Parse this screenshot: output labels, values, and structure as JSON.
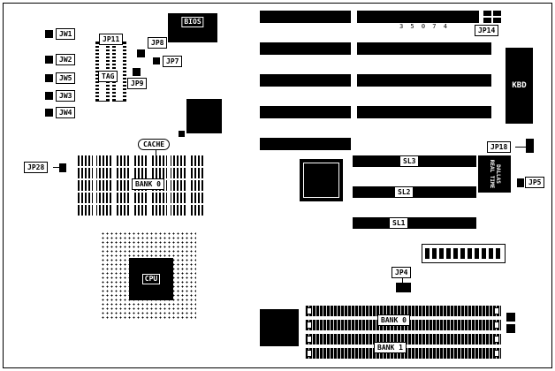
{
  "diagram": {
    "jumpers": {
      "jw1": "JW1",
      "jw2": "JW2",
      "jw5": "JW5",
      "jw3": "JW3",
      "jw4": "JW4",
      "jp11": "JP11",
      "jp8": "JP8",
      "jp7": "JP7",
      "jp9": "JP9",
      "jp14": "JP14",
      "jp18": "JP18",
      "jp5": "JP5",
      "jp28": "JP28",
      "jp4": "JP4"
    },
    "chips": {
      "bios": "BIOS",
      "kbd": "KBD",
      "cpu": "CPU",
      "tag": "TAG",
      "dallas_line1": "DALLAS",
      "dallas_line2": "REAL TIME"
    },
    "slots": {
      "sl1": "SL1",
      "sl2": "SL2",
      "sl3": "SL3"
    },
    "memory": {
      "cache_label": "CACHE",
      "cache_bank": "BANK 0",
      "simm_bank0": "BANK 0",
      "simm_bank1": "BANK 1"
    },
    "text": {
      "board_number": "3 5 0 7 4"
    }
  }
}
